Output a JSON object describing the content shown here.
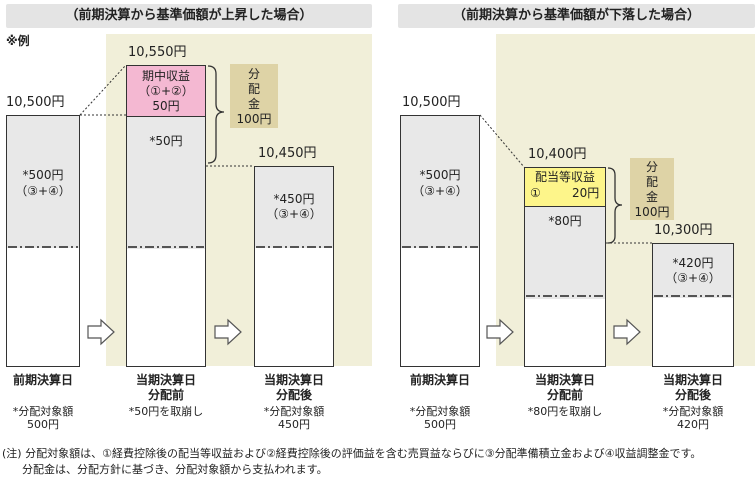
{
  "left_panel": {
    "header": "（前期決算から基準価額が上昇した場合）",
    "example": "※例",
    "prev": {
      "amount": "10,500円",
      "inner": "*500円",
      "inner_sub": "（③+④）",
      "label": "前期決算日",
      "note1": "*分配対象額",
      "note2": "500円"
    },
    "before": {
      "amount": "10,550円",
      "box_title": "期中収益",
      "box_sub": "（①+②）",
      "box_val": "50円",
      "gray_val": "*50円",
      "label1": "当期決算日",
      "label2": "分配前",
      "note": "*50円を取崩し"
    },
    "dist": {
      "l1": "分",
      "l2": "配",
      "l3": "金",
      "l4": "100円"
    },
    "after": {
      "amount": "10,450円",
      "inner": "*450円",
      "inner_sub": "（③+④）",
      "label1": "当期決算日",
      "label2": "分配後",
      "note1": "*分配対象額",
      "note2": "450円"
    }
  },
  "right_panel": {
    "header": "（前期決算から基準価額が下落した場合）",
    "prev": {
      "amount": "10,500円",
      "inner": "*500円",
      "inner_sub": "（③+④）",
      "label": "前期決算日",
      "note1": "*分配対象額",
      "note2": "500円"
    },
    "before": {
      "amount": "10,400円",
      "box_title": "配当等収益",
      "box_num": "①",
      "box_val": "20円",
      "gray_val": "*80円",
      "label1": "当期決算日",
      "label2": "分配前",
      "note": "*80円を取崩し"
    },
    "dist": {
      "l1": "分",
      "l2": "配",
      "l3": "金",
      "l4": "100円"
    },
    "after": {
      "amount": "10,300円",
      "inner": "*420円",
      "inner_sub": "（③+④）",
      "label1": "当期決算日",
      "label2": "分配後",
      "note1": "*分配対象額",
      "note2": "420円"
    }
  },
  "footnote": {
    "line1": "(注) 分配対象額は、①経費控除後の配当等収益および②経費控除後の評価益を含む売買益ならびに③分配準備積立金および④収益調整金です。",
    "line2": "分配金は、分配方針に基づき、分配対象額から支払われます。"
  }
}
